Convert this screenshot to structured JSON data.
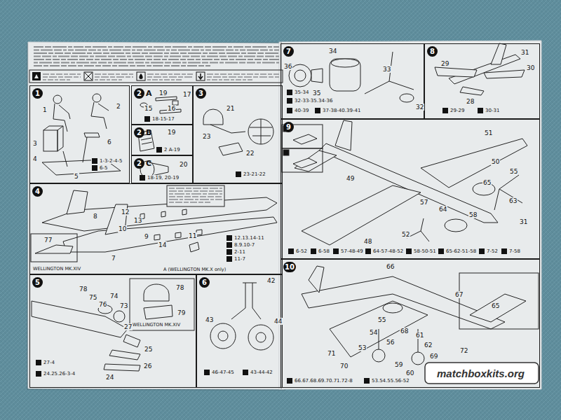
{
  "diagram": {
    "nodes": [
      {
        "text": [
          "1"
        ]
      },
      {
        "text": [
          "2",
          "A"
        ]
      },
      {
        "text": [
          "2",
          "B"
        ]
      },
      {
        "text": [
          "2",
          "C"
        ]
      },
      {
        "text": [
          "3"
        ]
      },
      {
        "text": [
          "4"
        ]
      },
      {
        "text": [
          "5"
        ]
      },
      {
        "text": [
          "6"
        ]
      },
      {
        "text": [
          "7"
        ]
      },
      {
        "text": [
          "8"
        ]
      },
      {
        "text": [
          "9"
        ]
      },
      {
        "text": [
          "10"
        ]
      }
    ],
    "labels": [
      "1",
      "2",
      "3",
      "4",
      "6",
      "5",
      "1-3-2-4-5",
      "6-5",
      "19",
      "15",
      "16",
      "17",
      "18-15-17",
      "19",
      "2 A-19",
      "20",
      "18-19, 20-19",
      "21",
      "23",
      "22",
      "23-21-22",
      "8",
      "12",
      "13",
      "14",
      "10",
      "9",
      "11",
      "7",
      "77",
      "WELLINGTON MK.XIV",
      "A (WELLINGTON MK.X only)",
      "12.13.14-11",
      "8.9.10-7",
      "2-11",
      "11-7",
      "78",
      "75",
      "76",
      "74",
      "73",
      "27",
      "78",
      "WELLINGTON MK.XIV",
      "79",
      "25",
      "26",
      "24",
      "27-4",
      "24.25.26-3-4",
      "42",
      "43",
      "44",
      "46-47-45",
      "43-44-42",
      "36",
      "34",
      "35",
      "33",
      "32",
      "35-34",
      "32-33-35.34-36",
      "40-39",
      "37-38-40.39-41",
      "31",
      "30",
      "29",
      "28",
      "29-29",
      "30-31",
      "51",
      "50",
      "49",
      "48",
      "55",
      "65",
      "63",
      "31",
      "58",
      "57",
      "64",
      "52",
      "6-52",
      "6-58",
      "57-48-49",
      "64-57-48-52",
      "58-50-51",
      "65-62-51-58",
      "7-52",
      "7-58",
      "66",
      "67",
      "55",
      "54",
      "53",
      "56",
      "68",
      "61",
      "62",
      "69",
      "59",
      "60",
      "70",
      "71",
      "72",
      "65",
      "66.67.68.69.70.71.72-8",
      "53.54.55.56-52",
      "matchboxkits.org"
    ]
  }
}
